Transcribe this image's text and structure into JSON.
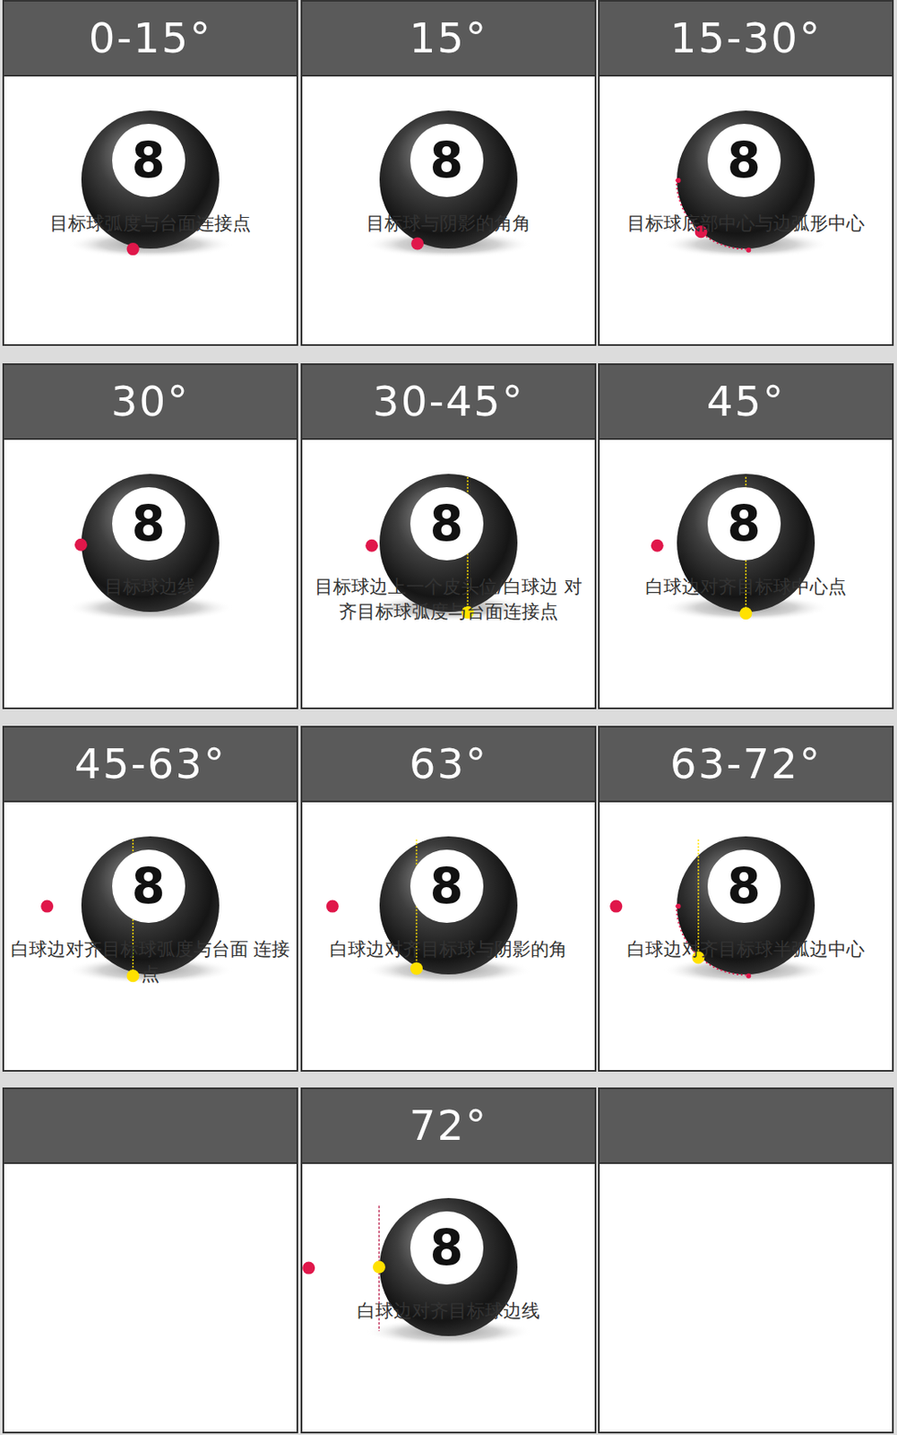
{
  "diagram": {
    "nodes": [
      {
        "text": [
          "0-15°",
          "目标球弧度与台面连接点"
        ]
      },
      {
        "text": [
          "15°",
          "目标球与阴影的角角"
        ]
      },
      {
        "text": [
          "15-30°",
          "目标球底部中心与边弧形中心"
        ]
      },
      {
        "text": [
          "30°",
          "目标球边线"
        ]
      },
      {
        "text": [
          "30-45°",
          "目标球边上一个皮头位/白球边 对齐目标球弧度与台面连接点"
        ]
      },
      {
        "text": [
          "45°",
          "白球边对齐目标球中心点"
        ]
      },
      {
        "text": [
          "45-63°",
          "白球边对齐目标球弧度与台面 连接点"
        ]
      },
      {
        "text": [
          "63°",
          "白球边对齐目标球与阴影的角"
        ]
      },
      {
        "text": [
          "63-72°",
          "白球边对齐目标球半弧边中心"
        ]
      },
      {
        "text": [
          "72°",
          "白球边对齐目标球边线"
        ]
      }
    ],
    "labels": [
      "8",
      "8",
      "8",
      "8",
      "8",
      "8",
      "8",
      "8",
      "8",
      "8"
    ]
  }
}
